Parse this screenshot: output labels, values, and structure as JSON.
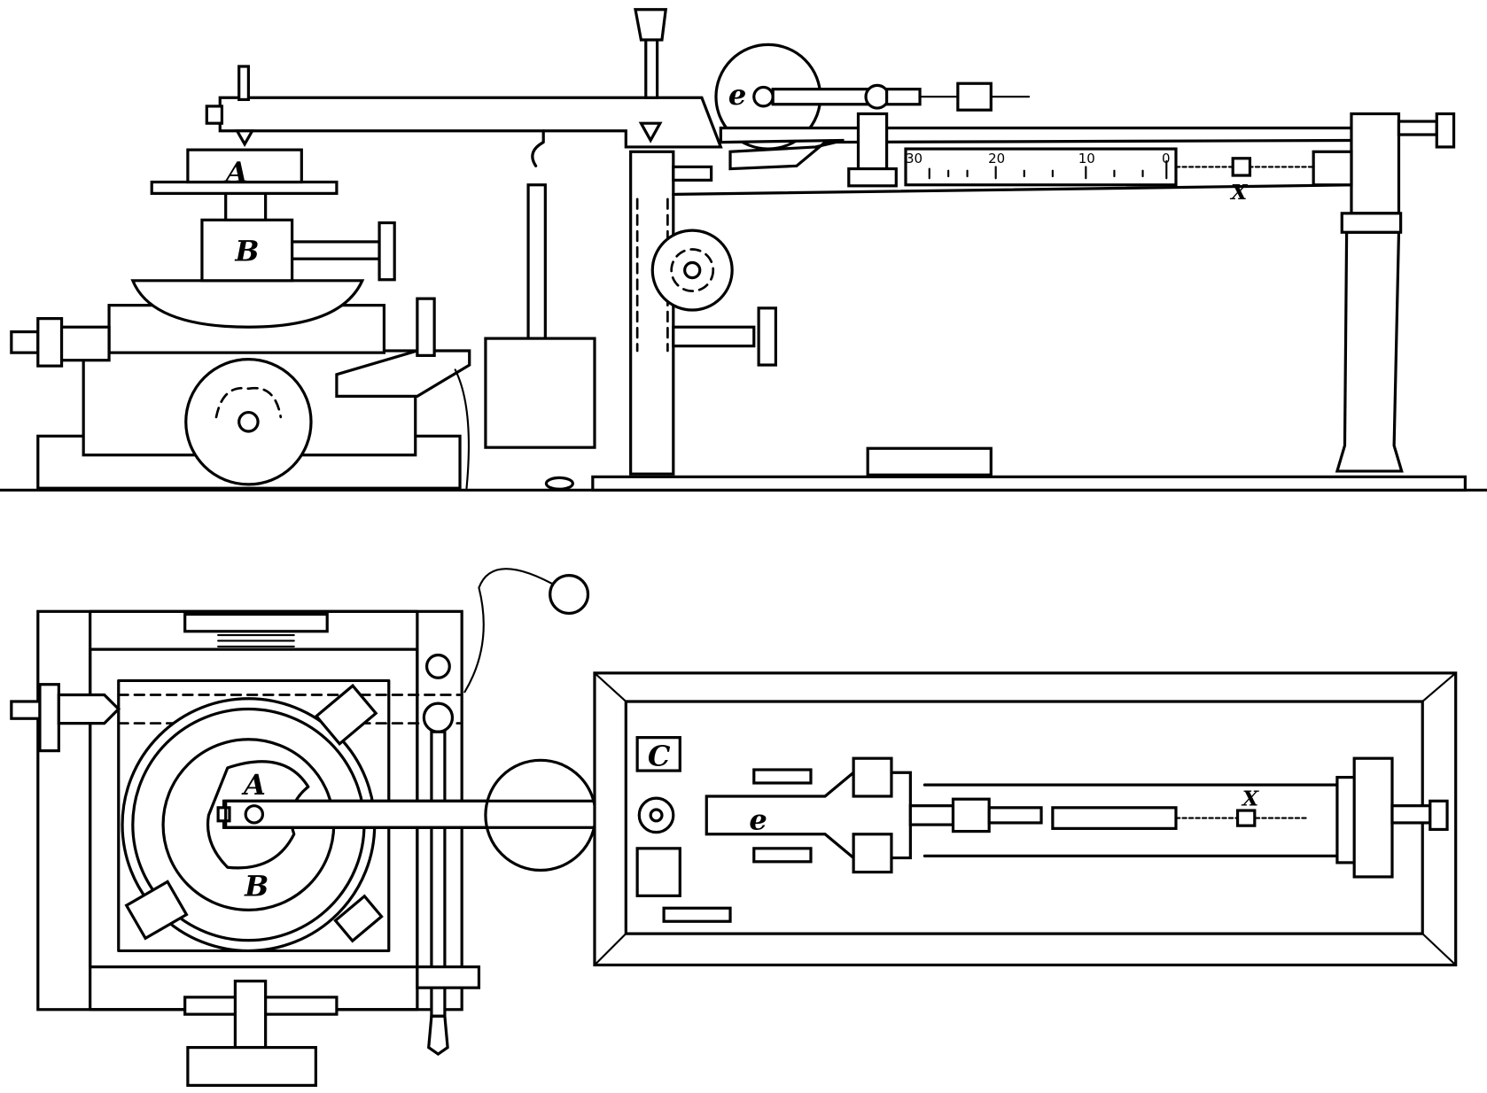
{
  "figure": {
    "side_view": {
      "labels": {
        "a": "A",
        "b": "B",
        "e": "e",
        "x": "X"
      },
      "scale_numbers": [
        "30",
        "20",
        "10",
        "0"
      ]
    },
    "top_view": {
      "labels": {
        "a": "A",
        "b": "B",
        "c": "C",
        "e": "e",
        "x": "X"
      }
    }
  }
}
